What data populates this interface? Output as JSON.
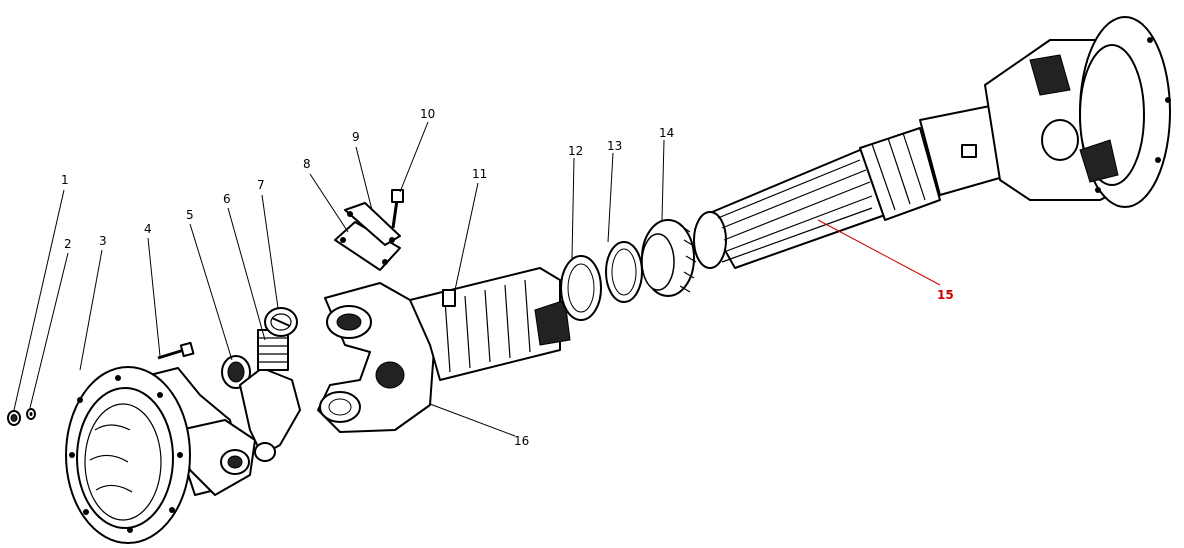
{
  "diagram": {
    "callouts": [
      {
        "id": "c1",
        "text": "1",
        "color": "#000000"
      },
      {
        "id": "c2",
        "text": "2",
        "color": "#000000"
      },
      {
        "id": "c3",
        "text": "3",
        "color": "#000000"
      },
      {
        "id": "c4",
        "text": "4",
        "color": "#000000"
      },
      {
        "id": "c5",
        "text": "5",
        "color": "#000000"
      },
      {
        "id": "c6",
        "text": "6",
        "color": "#000000"
      },
      {
        "id": "c7",
        "text": "7",
        "color": "#000000"
      },
      {
        "id": "c8",
        "text": "8",
        "color": "#000000"
      },
      {
        "id": "c9",
        "text": "9",
        "color": "#000000"
      },
      {
        "id": "c10",
        "text": "10",
        "color": "#000000"
      },
      {
        "id": "c11",
        "text": "11",
        "color": "#000000"
      },
      {
        "id": "c12",
        "text": "12",
        "color": "#000000"
      },
      {
        "id": "c13",
        "text": "13",
        "color": "#000000"
      },
      {
        "id": "c14",
        "text": "14",
        "color": "#000000"
      },
      {
        "id": "c15",
        "text": "15",
        "color": "#cc0000"
      },
      {
        "id": "c16",
        "text": "16",
        "color": "#000000"
      }
    ]
  }
}
